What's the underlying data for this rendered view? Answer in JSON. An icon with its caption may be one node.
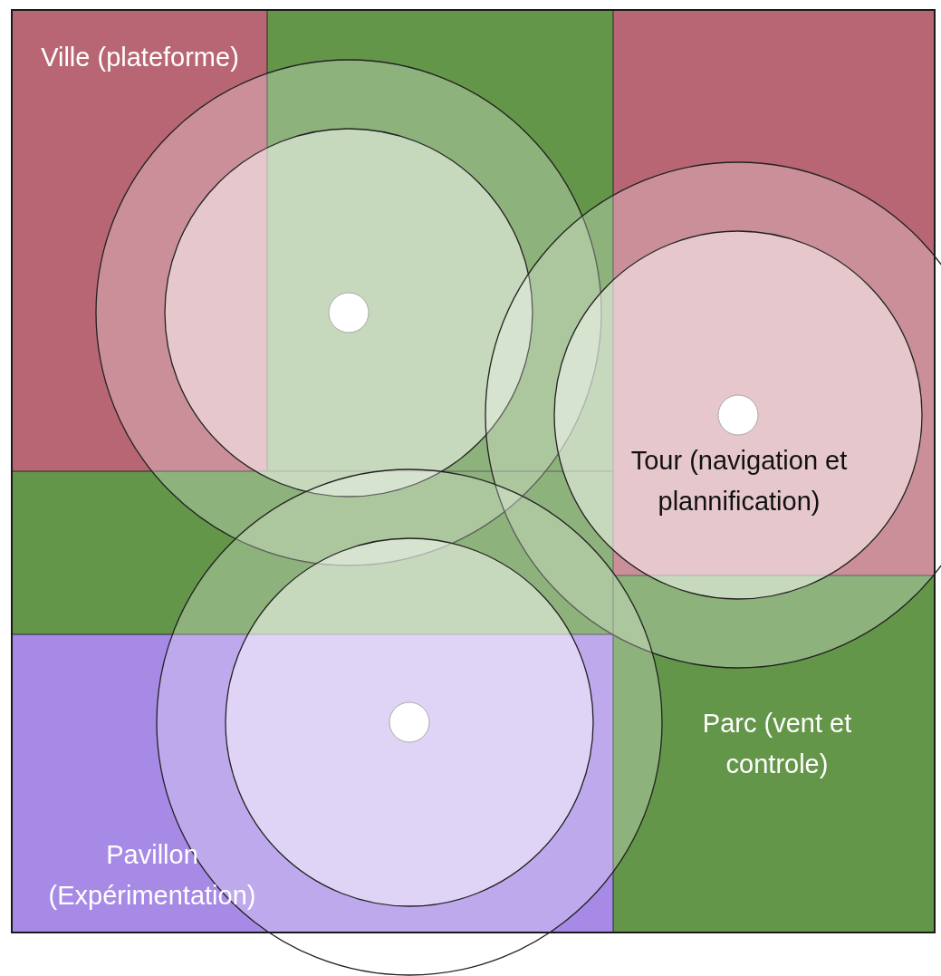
{
  "diagram": {
    "nodes": [
      {
        "text": [
          "Ville (plateforme)"
        ]
      },
      {
        "text": [],
        "shape": "box"
      },
      {
        "text": [
          "Tour (navigation et plannification)"
        ]
      },
      {
        "text": [],
        "shape": "box"
      },
      {
        "text": [
          "Parc (vent et controle)"
        ]
      },
      {
        "text": [
          "Pavillon (Expérimentation)"
        ]
      },
      {
        "text": [],
        "shape": "circle"
      },
      {
        "text": [],
        "shape": "circle"
      },
      {
        "text": [],
        "shape": "circle"
      }
    ]
  }
}
